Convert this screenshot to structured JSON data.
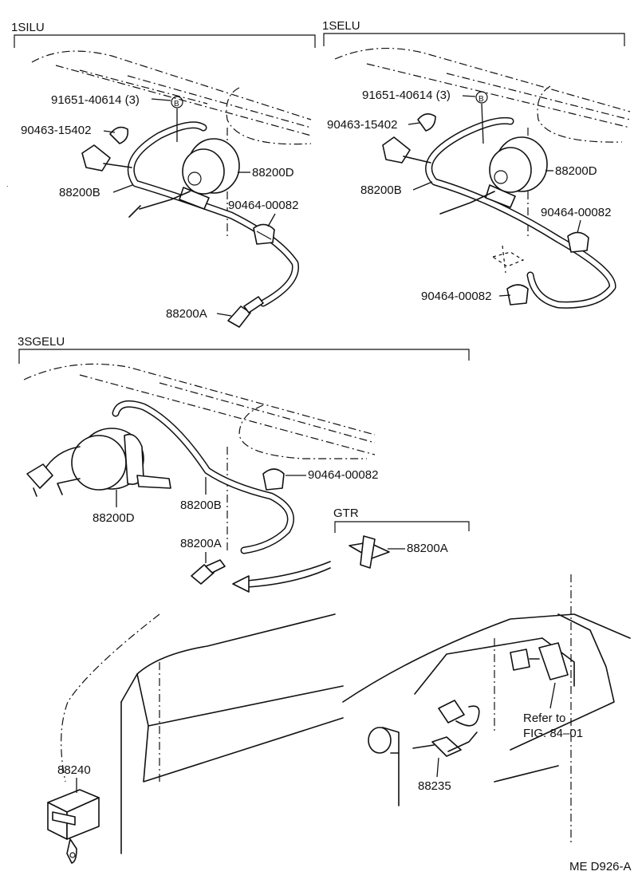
{
  "sections": {
    "s1silu": {
      "header": "1SILU",
      "labels": {
        "clip_qty": "91651-40614 (3)",
        "clamp": "90463-15402",
        "actuator": "88200D",
        "hose": "88200B",
        "bracket_clip": "90464-00082",
        "valve": "88200A"
      }
    },
    "s1selu": {
      "header": "1SELU",
      "labels": {
        "clip_qty": "91651-40614 (3)",
        "clamp": "90463-15402",
        "actuator": "88200D",
        "hose": "88200B",
        "bracket_clip_1": "90464-00082",
        "bracket_clip_2": "90464-00082"
      }
    },
    "s3sgelu": {
      "header": "3SGELU",
      "labels": {
        "bracket_clip": "90464-00082",
        "hose": "88200B",
        "actuator": "88200D",
        "valve": "88200A"
      }
    },
    "gtr": {
      "header": "GTR",
      "labels": {
        "valve": "88200A"
      }
    },
    "bottom_left": {
      "labels": {
        "computer": "88240"
      }
    },
    "bottom_right": {
      "labels": {
        "refer_line1": "Refer to",
        "refer_line2": "FIG. 84–01",
        "switch": "88235"
      }
    }
  },
  "circle_letter": "B",
  "footer": {
    "code": "ME D926-A"
  },
  "icons": [
    "circle-b-icon",
    "arrow-icon"
  ]
}
